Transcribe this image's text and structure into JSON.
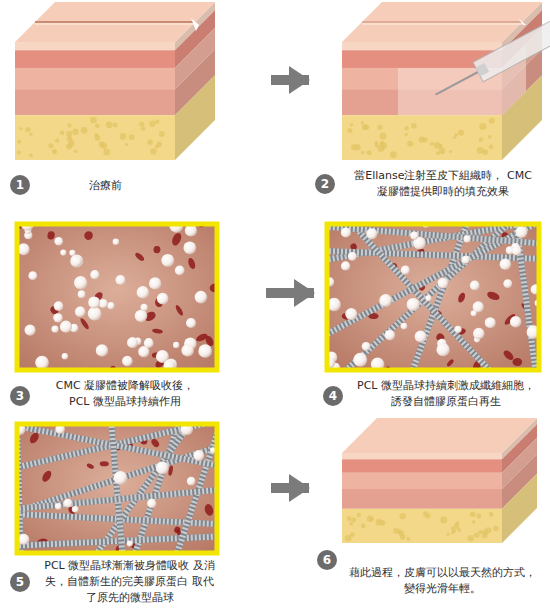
{
  "diagram": {
    "nodes": [
      {
        "text": [
          "1",
          "治療前"
        ]
      },
      {
        "text": [
          "2",
          "當Ellanse注射至皮下組織時， CMC 凝膠體提供即時的填充效果"
        ]
      },
      {
        "text": [
          "3",
          "CMC 凝膠體被降解吸收後， PCL 微型晶球持續作用"
        ]
      },
      {
        "text": [
          "4",
          "PCL 微型晶球持續刺激成纖維細胞， 誘發自體膠原蛋白再生"
        ]
      },
      {
        "text": [
          "5",
          "PCL 微型晶球漸漸被身體吸收 及消失，自體新生的完美膠原蛋白 取代了原先的微型晶球"
        ]
      },
      {
        "text": [
          "6",
          "藉此過程，皮膚可以以最天然的方式， 變得光滑年輕。"
        ]
      }
    ],
    "edges": [
      {
        "from": 0,
        "to": 1,
        "arrow": "to"
      },
      {
        "from": 2,
        "to": 3,
        "arrow": "to"
      },
      {
        "from": 4,
        "to": 5,
        "arrow": "to"
      }
    ]
  }
}
